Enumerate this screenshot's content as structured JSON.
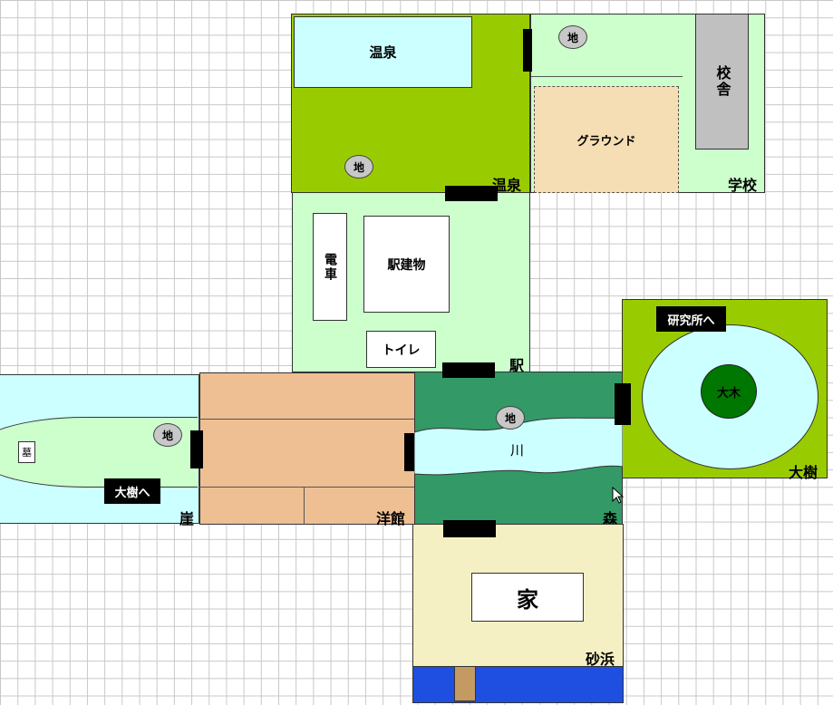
{
  "areas": {
    "onsen": {
      "label": "温泉",
      "bath": "温泉",
      "icon": "地"
    },
    "school": {
      "label": "学校",
      "building": "校舎",
      "ground": "グラウンド",
      "icon": "地"
    },
    "station": {
      "label": "駅",
      "train": "電車",
      "building": "駅建物",
      "toilet": "トイレ"
    },
    "taiju": {
      "label": "大樹",
      "tree": "大木",
      "sign": "研究所へ"
    },
    "gake": {
      "label": "崖",
      "grave": "墓",
      "icon": "地",
      "sign": "大樹へ"
    },
    "yokan": {
      "label": "洋館"
    },
    "mori": {
      "label": "森",
      "river": "川",
      "icon": "地"
    },
    "sunahama": {
      "label": "砂浜",
      "house": "家"
    }
  },
  "colors": {
    "lime": "#99cc00",
    "mint": "#ccffcc",
    "aqua": "#ccffff",
    "sand": "#f5deb3",
    "forest": "#339966",
    "wood": "#eebf93",
    "beige": "#f5f0c3",
    "sea": "#1f4fe0",
    "tree": "#007700",
    "gray": "#c0c0c0"
  }
}
